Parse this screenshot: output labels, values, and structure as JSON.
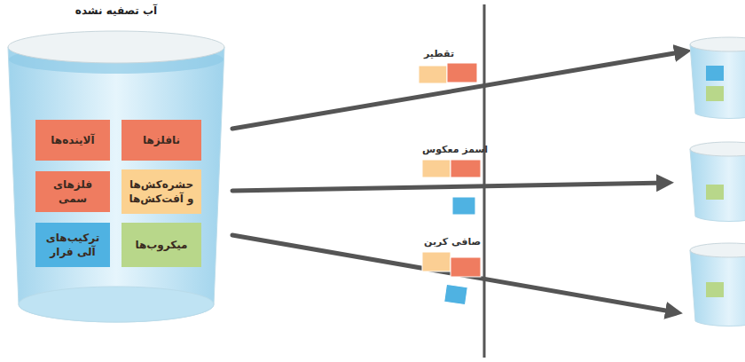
{
  "diagram": {
    "nodes": [
      {
        "text": [
          "آب تصفیه نشده"
        ]
      },
      {
        "text": [
          "نافلزها"
        ],
        "in": 0
      },
      {
        "text": [
          "آلاینده‌ها"
        ],
        "in": 0
      },
      {
        "text": [
          "حشره‌کش‌ها و آفت‌کش‌ها"
        ],
        "in": 0
      },
      {
        "text": [
          "فلزهای سمی"
        ],
        "in": 0
      },
      {
        "text": [
          "میکروب‌ها"
        ],
        "in": 0
      },
      {
        "text": [
          "ترکیب‌های آلی فرار"
        ],
        "in": 0
      }
    ],
    "labels": [
      "تقطیر",
      "اسمز معکوس",
      "صافی کربن"
    ]
  }
}
